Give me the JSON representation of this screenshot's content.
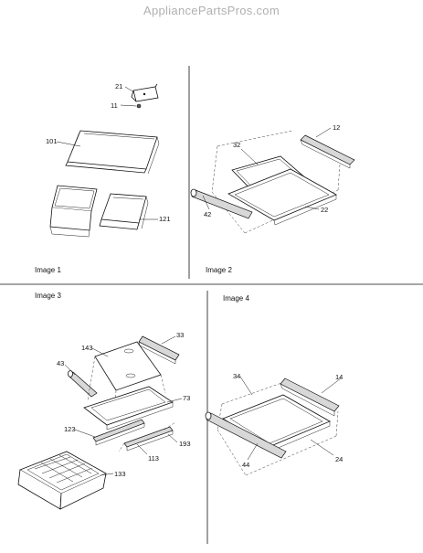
{
  "watermark": "AppliancePartsPros.com",
  "panels": [
    {
      "title": "Image 1",
      "labels": [
        "21",
        "11",
        "101",
        "121"
      ]
    },
    {
      "title": "Image 2",
      "labels": [
        "12",
        "32",
        "42",
        "22"
      ]
    },
    {
      "title": "Image 3",
      "labels": [
        "33",
        "143",
        "43",
        "73",
        "123",
        "193",
        "113",
        "133"
      ]
    },
    {
      "title": "Image 4",
      "labels": [
        "34",
        "14",
        "44",
        "24"
      ]
    }
  ]
}
